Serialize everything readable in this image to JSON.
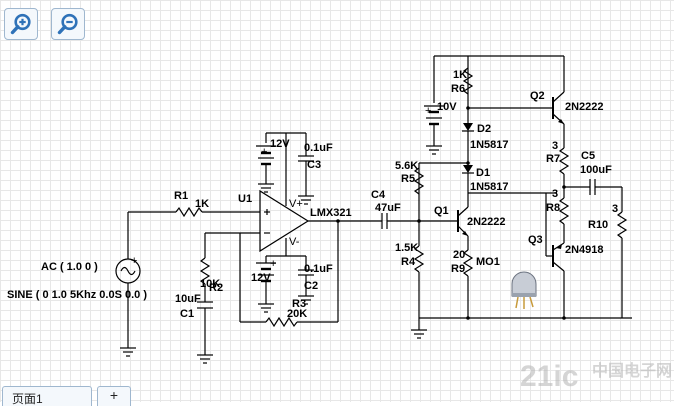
{
  "toolbar": {
    "zoom_in_icon": "zoom-in-icon",
    "zoom_out_icon": "zoom-out-icon"
  },
  "tabs": {
    "page": "页面1",
    "add": "+"
  },
  "source": {
    "amp": "AC ( 1.0 0 )",
    "sine": "SINE ( 0 1.0 5Khz 0.0S 0.0 )"
  },
  "labels": {
    "R1": "R1",
    "R1v": "1K",
    "U1": "U1",
    "U1part": "LMX321",
    "C3v": "0.1uF",
    "C3": "C3",
    "V1v": "12V",
    "R2v": "10K",
    "R2": "R2",
    "C1v": "10uF",
    "C1": "C1",
    "V2v": "12V",
    "C2v": "0.1uF",
    "C2": "C2",
    "R3": "R3",
    "R3v": "20K",
    "vplus": "V+",
    "vminus": "V-",
    "C4": "C4",
    "C4v": "47uF",
    "R6v": "1K",
    "R6": "R6",
    "V3v": "10V",
    "D2": "D2",
    "D2part": "1N5817",
    "D1": "D1",
    "D1part": "1N5817",
    "R5v": "5.6K",
    "R5": "R5",
    "Q1": "Q1",
    "Q1part": "2N2222",
    "R4v": "1.5K",
    "R4": "R4",
    "R9v": "20",
    "R9": "R9",
    "MO1": "MO1",
    "Q2": "Q2",
    "Q2part": "2N2222",
    "R7v": "3",
    "R7": "R7",
    "C5": "C5",
    "C5v": "100uF",
    "R8v": "3",
    "R8": "R8",
    "R10": "R10",
    "R10v": "3",
    "Q3": "Q3",
    "Q3part": "2N4918",
    "plus": "+"
  },
  "watermark": {
    "text": "21ic",
    "sub": "中国电子网"
  },
  "colors": {
    "grid": "#e7e7e7",
    "button_border": "#9fb7cf",
    "icon": "#2f72b8"
  }
}
